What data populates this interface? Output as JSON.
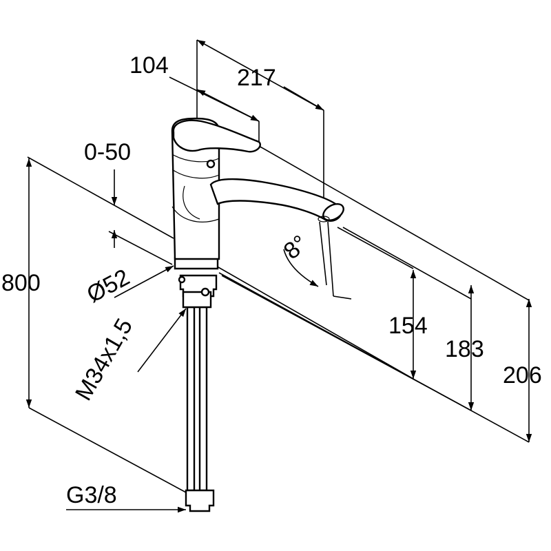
{
  "dimensions": {
    "d104": "104",
    "d217": "217",
    "d0_50": "0-50",
    "d800": "800",
    "d52": "Ø52",
    "thread": "M34x1,5",
    "d154": "154",
    "d183": "183",
    "d206": "206",
    "angle": "8°",
    "g38": "G3/8"
  },
  "colors": {
    "ink": "#000000",
    "paper": "#ffffff"
  }
}
